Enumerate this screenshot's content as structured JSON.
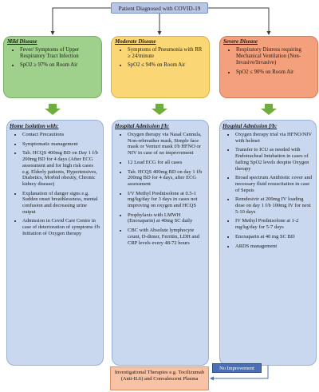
{
  "top": {
    "label": "Patient Diagnosed with COVID-19"
  },
  "severity": [
    {
      "title": "Mild Disease",
      "items": [
        "Fever/ Symptoms of Upper Respiratory Tract Infection",
        "SpO2 ≥ 97% on Room Air"
      ]
    },
    {
      "title": "Moderate Disease",
      "items": [
        "Symptoms of Pneumonia with RR ≥ 24/minute",
        "SpO2 ≤ 94% on Room Air"
      ]
    },
    {
      "title": "Severe Disease",
      "items": [
        "Respiratory Distress requiring Mechanical Ventilation (Non-Invasive/Invasive)",
        "SpO2 ≤ 90% on Room Air"
      ]
    }
  ],
  "management": [
    {
      "title": "Home Isolation with:",
      "items": [
        "Contact Precautions",
        "Symptomatic management",
        "Tab. HCQS 400mg BD on Day 1 f/b 200mg BD for 4 days (After ECG assessment and for high risk cases e.g. Elderly patients, Hypertensives, Diabetics, Morbid obesity, Chronic kidney disease)",
        "Explanation of danger signs e.g. Sudden onset breathlessness, mental confusion and decreasing urine output",
        "Admission in Covid Care Centre in case of deterioration of symptoms f/b Initiation of Oxygen therapy"
      ]
    },
    {
      "title": "Hospital Admission f/b:",
      "items": [
        "Oxygen therapy via Nasal Cannula, Non-rebreather mask, Simple face mask or Venturi mask f/b HFNO or NIV in case of no improvement",
        "12 Lead ECG for all cases",
        "Tab. HCQS 400mg BD on day 1 f/b 200mg BD for 4 days, after ECG assessment",
        "I/V Methyl Prednisolone at 0.5-1 mg/kg/day for 3 days in cases not improving on oxygen and HCQS",
        "Prophylaxis with LMWH (Enoxaparin) at 40mg SC daily",
        "CBC with Absolute lymphocyte count, D-dimer, Ferritin, LDH and CRP levels every 48-72 hours"
      ]
    },
    {
      "title": "Hospital Admission f/b:",
      "items": [
        "Oxygen therapy trial via HFNO/NIV with helmet",
        "Transfer to ICU as needed with Endotracheal Intubation in cases of failing SpO2 levels despite Oxygen therapy",
        "Broad spectrum Antibiotic cover and necessary fluid resuscitation in case of Sepsis",
        "Remdesivir at 200mg IV loading dose on day 1 f/b 100mg IV for next 5-10 days",
        "IV Methyl Prednisolone at 1-2 mg/kg/day for 5-7 days",
        "Enoxaparin at 40 mg SC BD",
        "ARDS management"
      ]
    }
  ],
  "no_improvement": "No Improvement",
  "investigational": "Investigational Therapies e.g. Tocilizumab (Anti-IL6) and Convalescent Plasma",
  "colors": {
    "mild": "#9fd08c",
    "moderate": "#fad774",
    "severe": "#f5a07c",
    "management": "#c9d8ef",
    "arrow": "#6fae3e",
    "connector": "#3b3b3b"
  }
}
